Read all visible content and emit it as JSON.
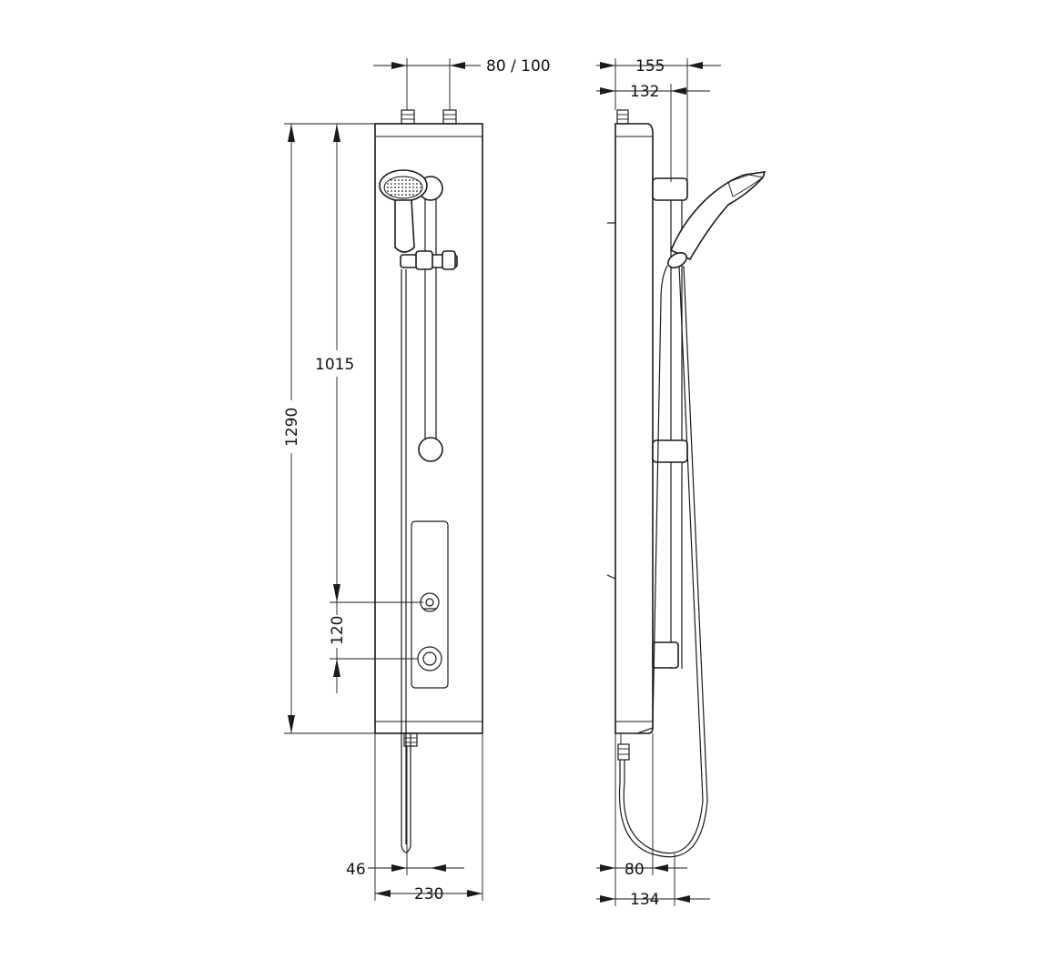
{
  "dimensions": {
    "inlet_spacing": "80 / 100",
    "side_top_depth": "155",
    "side_rail_depth": "132",
    "total_height": "1290",
    "rail_height": "1015",
    "control_spacing": "120",
    "outlet_offset": "46",
    "front_width": "230",
    "side_outlet_depth": "80",
    "side_total_depth": "134"
  }
}
